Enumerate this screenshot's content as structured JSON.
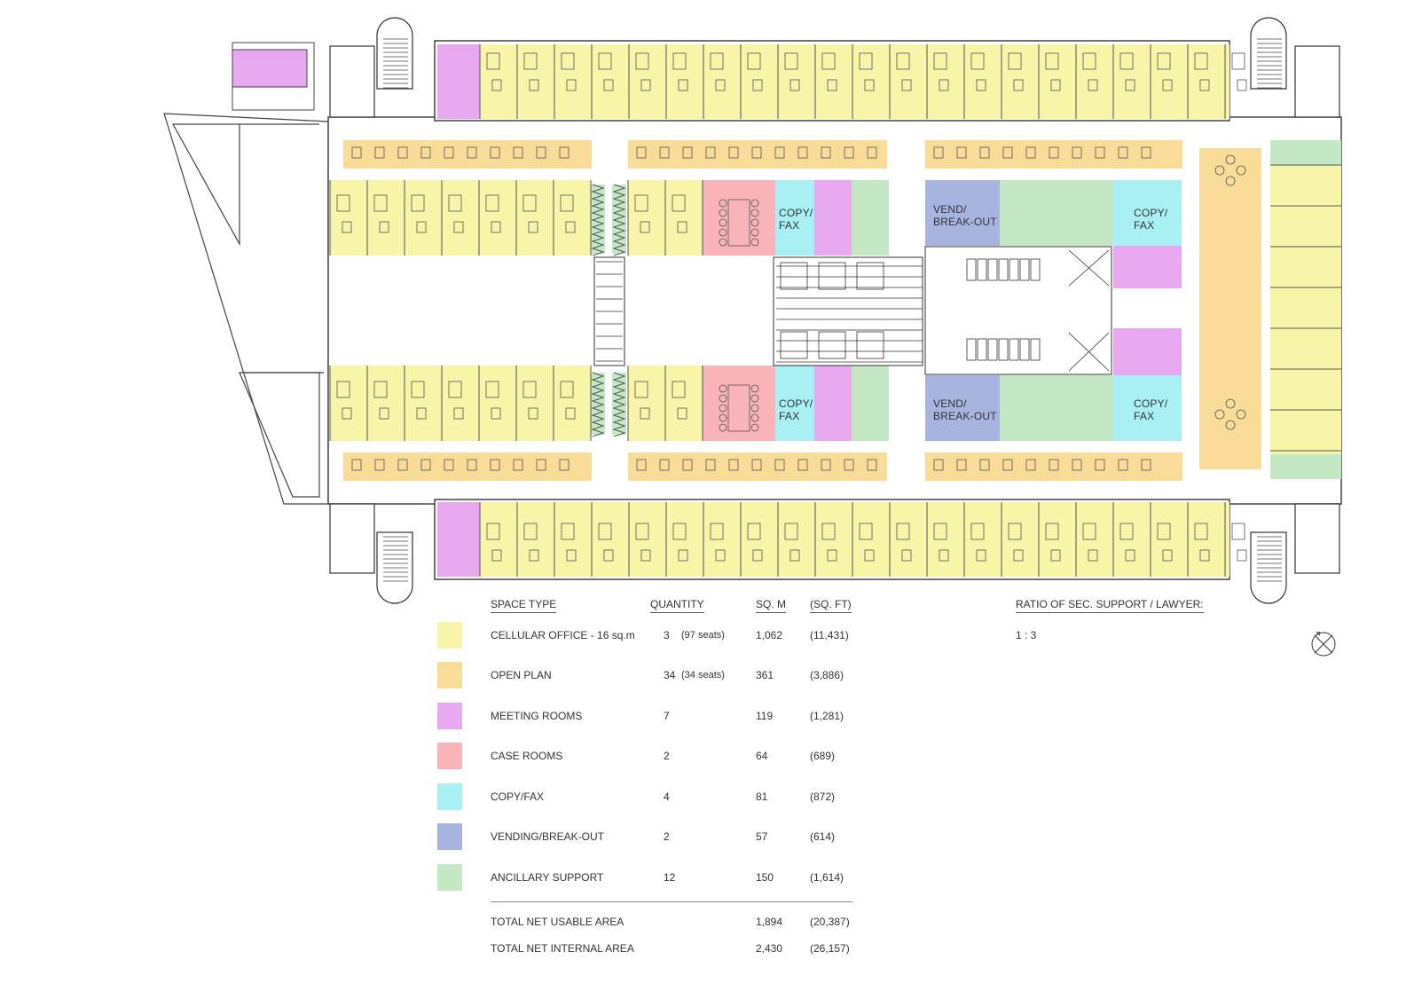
{
  "colors": {
    "cellular": "#f8f4a8",
    "open_plan": "#f8dc98",
    "meeting": "#e8a8f0",
    "case": "#f8b4b8",
    "copy_fax": "#a8f0f4",
    "vending": "#a8b4e0",
    "ancillary": "#c4e8c4",
    "wall": "#555555",
    "core": "#ffffff"
  },
  "rooms": {
    "copy_fax": "COPY/\nFAX",
    "copy_fax_line1": "COPY/",
    "copy_fax_line2": "FAX",
    "vend_line1": "VEND/",
    "vend_line2": "BREAK-OUT"
  },
  "legend": {
    "headers": {
      "space_type": "SPACE TYPE",
      "quantity": "QUANTITY",
      "sqm": "SQ. M",
      "sqft": "(SQ. FT)"
    },
    "rows": [
      {
        "type": "CELLULAR OFFICE - 16 sq.m",
        "quantity": "3",
        "seats": "(97 seats)",
        "sqm": "1,062",
        "sqft": "(11,431)",
        "color": "#f8f4a8"
      },
      {
        "type": "OPEN PLAN",
        "quantity": "34",
        "seats": "(34 seats)",
        "sqm": "361",
        "sqft": "(3,886)",
        "color": "#f8dc98"
      },
      {
        "type": "MEETING ROOMS",
        "quantity": "7",
        "seats": "",
        "sqm": "119",
        "sqft": "(1,281)",
        "color": "#e8a8f0"
      },
      {
        "type": "CASE ROOMS",
        "quantity": "2",
        "seats": "",
        "sqm": "64",
        "sqft": "(689)",
        "color": "#f8b4b8"
      },
      {
        "type": "COPY/FAX",
        "quantity": "4",
        "seats": "",
        "sqm": "81",
        "sqft": "(872)",
        "color": "#a8f0f4"
      },
      {
        "type": "VENDING/BREAK-OUT",
        "quantity": "2",
        "seats": "",
        "sqm": "57",
        "sqft": "(614)",
        "color": "#a8b4e0"
      },
      {
        "type": "ANCILLARY SUPPORT",
        "quantity": "12",
        "seats": "",
        "sqm": "150",
        "sqft": "(1,614)",
        "color": "#c4e8c4"
      }
    ],
    "totals": [
      {
        "label": "TOTAL NET USABLE AREA",
        "sqm": "1,894",
        "sqft": "(20,387)"
      },
      {
        "label": "TOTAL NET INTERNAL AREA",
        "sqm": "2,430",
        "sqft": "(26,157)"
      }
    ]
  },
  "ratio": {
    "label": "RATIO OF SEC. SUPPORT / LAWYER:",
    "value": "1 : 3"
  }
}
